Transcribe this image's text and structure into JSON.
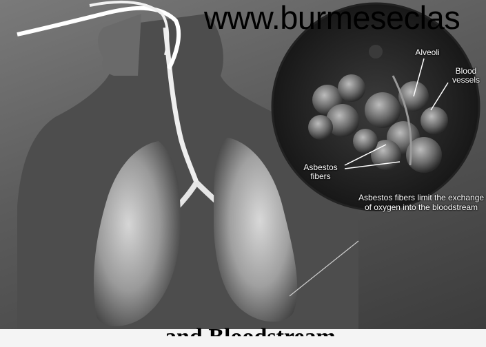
{
  "watermark": "www.burmeseclas",
  "labels": {
    "alveoli": "Alveoli",
    "blood_vessels": "Blood vessels",
    "asbestos_fibers": "Asbestos fibers",
    "caption": "Asbestos fibers limit the exchange of oxygen into the bloodstream"
  },
  "bottom_caption": "…and Bloodstream",
  "colors": {
    "background": "#5c5c5c",
    "lung": "#b9b9b9",
    "airway": "#ffffff",
    "watermark": "#000000"
  }
}
